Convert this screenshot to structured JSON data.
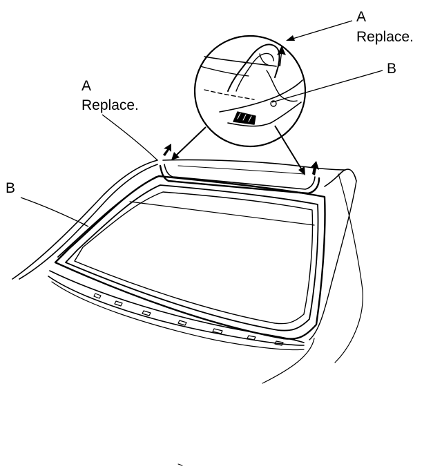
{
  "callouts": {
    "top_right_letter": "A",
    "top_right_text": "Replace.",
    "detail_b_letter": "B",
    "left_a_letter": "A",
    "left_a_text": "Replace.",
    "left_b_letter": "B"
  },
  "colors": {
    "ink": "#000000",
    "paper": "#ffffff"
  }
}
